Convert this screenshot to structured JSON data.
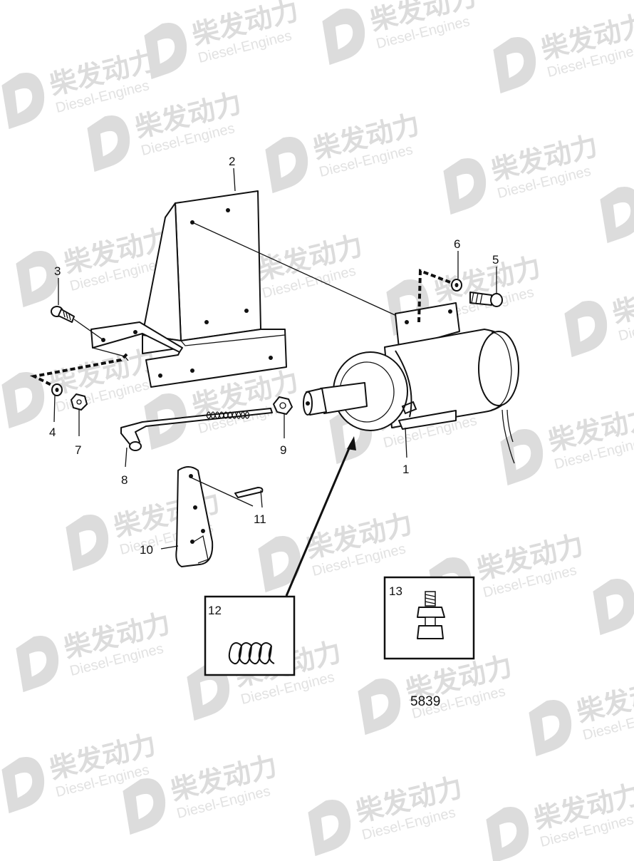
{
  "watermark": {
    "brand": "柴发动力",
    "subtitle": "Diesel-Engines",
    "color": "#dcdcdc"
  },
  "drawing_number": "5839",
  "callouts": [
    "1",
    "2",
    "3",
    "4",
    "5",
    "6",
    "7",
    "8",
    "9",
    "10",
    "11",
    "12",
    "13"
  ],
  "detail_boxes": [
    {
      "label": "12",
      "content": "spring"
    },
    {
      "label": "13",
      "content": "stud-with-nut"
    }
  ]
}
